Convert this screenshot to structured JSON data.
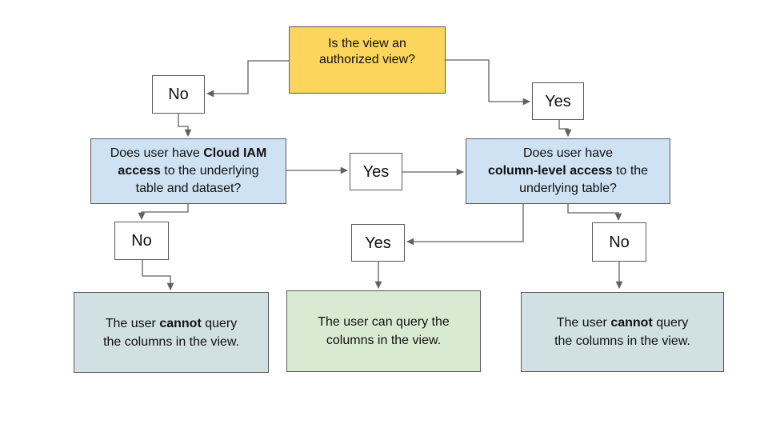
{
  "diagram": {
    "type": "flowchart",
    "nodes": {
      "start": {
        "l1": "Is the view an",
        "l2": "authorized view?"
      },
      "no1": {
        "label": "No"
      },
      "yes1": {
        "label": "Yes"
      },
      "q_iam": {
        "l1a": "Does user have ",
        "l1b": "Cloud IAM",
        "l2b": "access",
        "l2c": " to the underlying",
        "l3": "table and dataset?"
      },
      "yes_mid": {
        "label": "Yes"
      },
      "q_col": {
        "l1": "Does user have",
        "l2b": "column-level access",
        "l2c": " to the",
        "l3": "underlying table?"
      },
      "no2": {
        "label": "No"
      },
      "yes2": {
        "label": "Yes"
      },
      "no3": {
        "label": "No"
      },
      "out_left": {
        "l1a": "The user ",
        "l1b": "cannot",
        "l1c": " query",
        "l2": "the columns in the view."
      },
      "out_mid": {
        "l1": "The user can query the",
        "l2": "columns in the view."
      },
      "out_right": {
        "l1a": "The user ",
        "l1b": "cannot",
        "l1c": " query",
        "l2": "the columns in the view."
      }
    },
    "edges": [
      {
        "from": "start",
        "via": "No",
        "to": "q_iam"
      },
      {
        "from": "start",
        "via": "Yes",
        "to": "q_col"
      },
      {
        "from": "q_iam",
        "via": "Yes",
        "to": "q_col"
      },
      {
        "from": "q_iam",
        "via": "No",
        "to": "out_left"
      },
      {
        "from": "q_col",
        "via": "Yes",
        "to": "out_mid"
      },
      {
        "from": "q_col",
        "via": "No",
        "to": "out_right"
      }
    ],
    "colors": {
      "start_fill": "#fbd55c",
      "question_fill": "#cfe2f3",
      "cannot_fill": "#d0e0e3",
      "can_fill": "#d9ead3",
      "decision_fill": "#ffffff",
      "border": "#595959",
      "connector": "#616161",
      "text": "#111111"
    }
  }
}
